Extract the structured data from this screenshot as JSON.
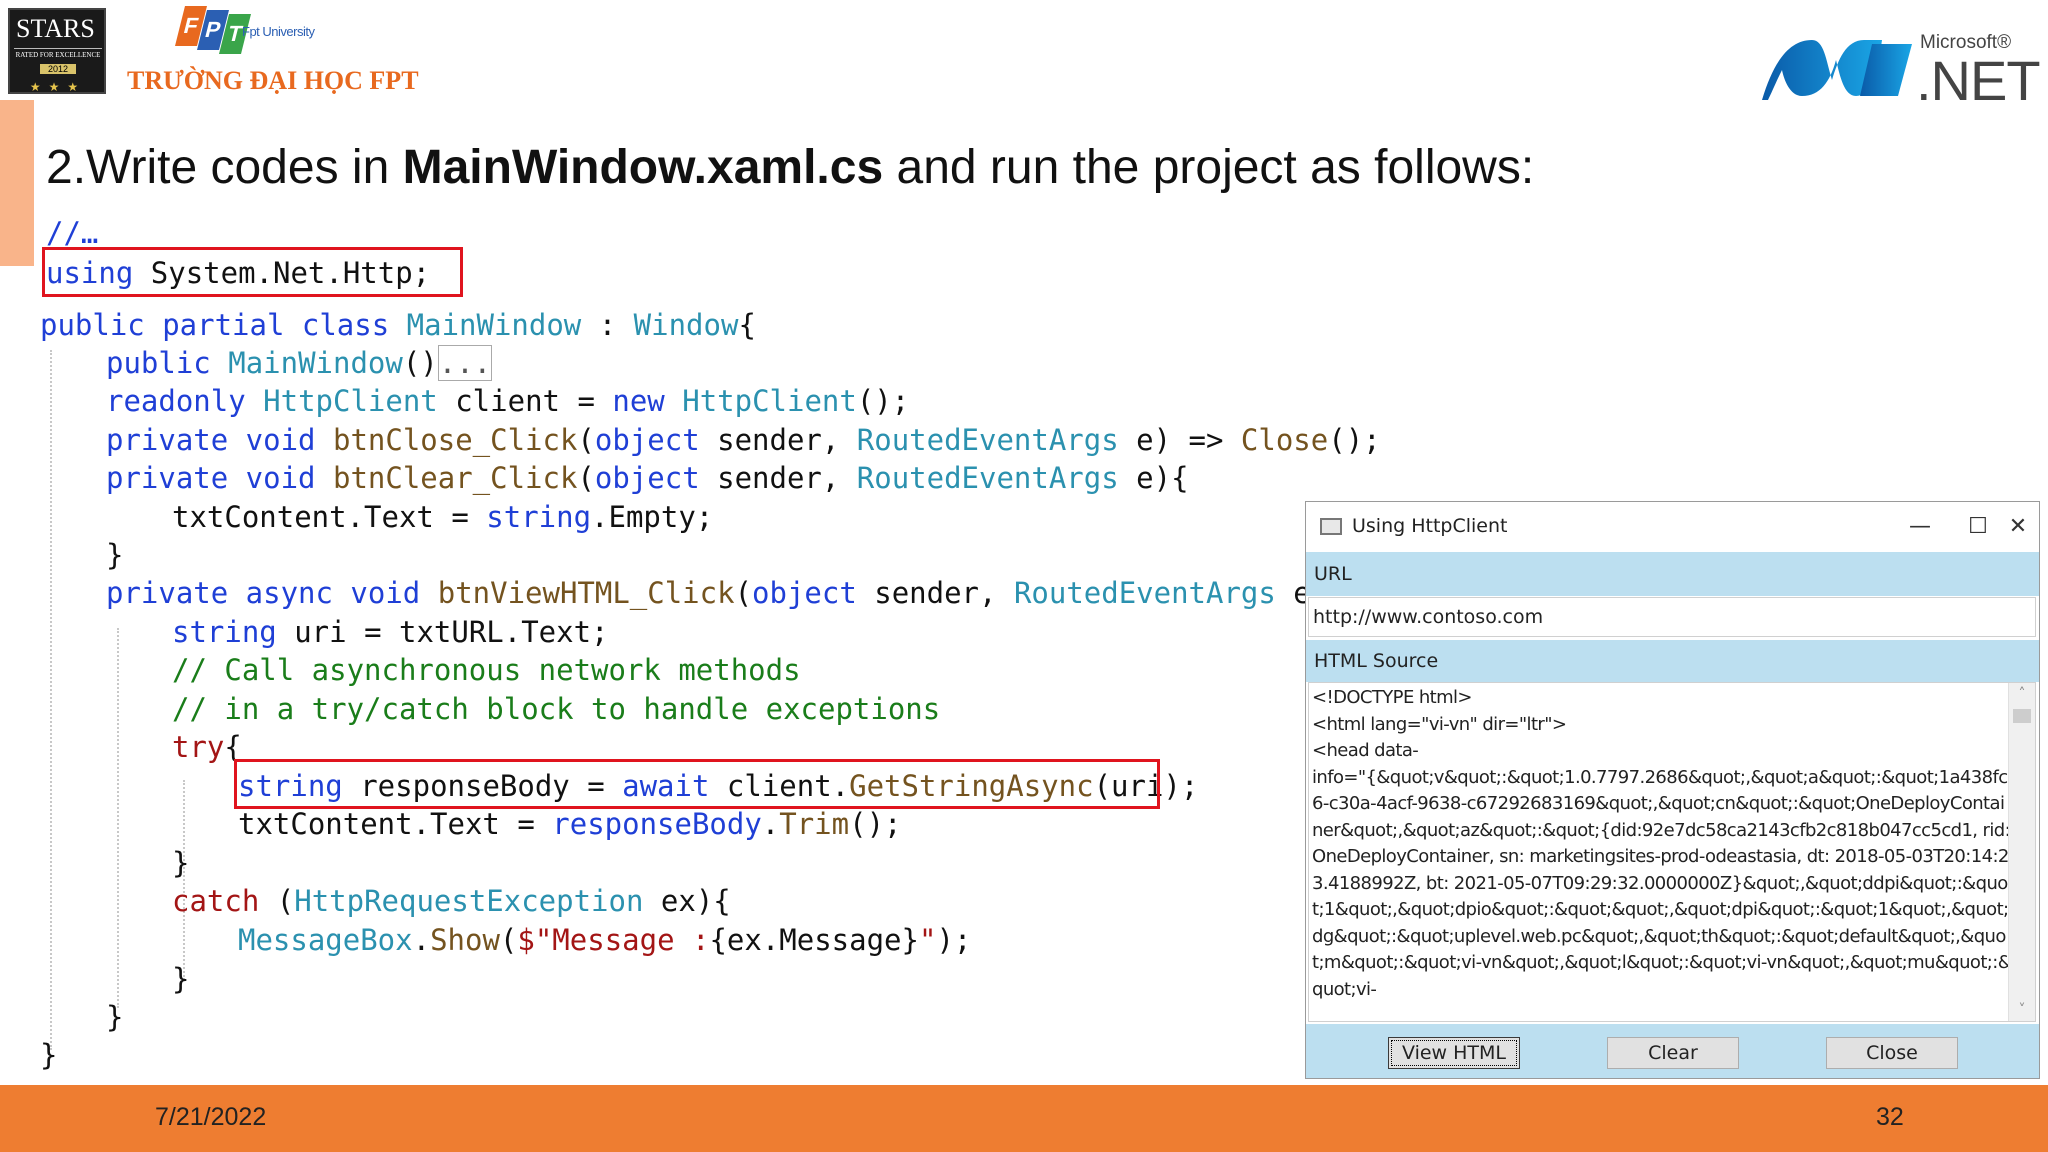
{
  "logos": {
    "stars_word": "STARS",
    "stars_sub": "RATED FOR EXCELLENCE",
    "stars_year": "2012",
    "stars_dots": "★★★",
    "fpt_letters": [
      "F",
      "P",
      "T"
    ],
    "fpt_university": "Fpt University",
    "fpt_school": "TRƯỜNG ĐẠI HỌC FPT",
    "net_microsoft": "Microsoft®",
    "net_brand": ".NET"
  },
  "slide": {
    "title_prefix": "2.Write codes in ",
    "title_bold": "MainWindow.xaml.cs",
    "title_suffix": " and run the project as follows:",
    "date": "7/21/2022",
    "page_number": "32"
  },
  "code": {
    "l1": "//…",
    "l2_kw": "using",
    "l2_rest": " System.Net.Http;",
    "l3_a": "public partial class",
    "l3_b": "MainWindow",
    "l3_c": " : ",
    "l3_d": "Window",
    "l3_e": "{",
    "l4_a": "public",
    "l4_b": "MainWindow",
    "l4_c": "()",
    "l4_d": "...",
    "l5_a": "readonly",
    "l5_b": "HttpClient",
    "l5_c": " client = ",
    "l5_d": "new",
    "l5_e": "HttpClient",
    "l5_f": "();",
    "l6_a": "private void",
    "l6_b": "btnClose_Click",
    "l6_c": "(",
    "l6_d": "object",
    "l6_e": " sender, ",
    "l6_f": "RoutedEventArgs",
    "l6_g": " e) => ",
    "l6_h": "Close",
    "l6_i": "();",
    "l7_a": "private void",
    "l7_b": "btnClear_Click",
    "l7_c": "(",
    "l7_d": "object",
    "l7_e": " sender, ",
    "l7_f": "RoutedEventArgs",
    "l7_g": " e){",
    "l8_a": "txtContent.Text = ",
    "l8_b": "string",
    "l8_c": ".Empty;",
    "l9": "}",
    "l10_a": "private async void",
    "l10_b": "btnViewHTML_Click",
    "l10_c": "(",
    "l10_d": "object",
    "l10_e": " sender, ",
    "l10_f": "RoutedEventArgs",
    "l10_g": " e){",
    "l11_a": "string",
    "l11_b": " uri = txtURL.Text;",
    "l12": "// Call asynchronous network methods",
    "l13": "// in a try/catch block to handle exceptions",
    "l14_a": "try",
    "l14_b": "{",
    "l15_a": "string",
    "l15_b": " responseBody = ",
    "l15_c": "await",
    "l15_d": " client.",
    "l15_e": "GetStringAsync",
    "l15_f": "(uri);",
    "l16_a": "txtContent.Text = ",
    "l16_b": "responseBody",
    "l16_c": ".",
    "l16_d": "Trim",
    "l16_e": "();",
    "l17": "}",
    "l18_a": "catch",
    "l18_b": " (",
    "l18_c": "HttpRequestException",
    "l18_d": " ex){",
    "l19_a": "MessageBox",
    "l19_b": ".",
    "l19_c": "Show",
    "l19_d": "(",
    "l19_e": "$\"Message :",
    "l19_f": "{ex.Message}",
    "l19_g": "\"",
    "l19_h": ");",
    "l20": "}",
    "l21": "}",
    "l22": "}"
  },
  "window": {
    "title": "Using HttpClient",
    "minimize": "—",
    "maximize": "☐",
    "close": "✕",
    "url_label": "URL",
    "url_value": "http://www.contoso.com",
    "source_label": "HTML Source",
    "source_text": "<!DOCTYPE html>\n<html lang=\"vi-vn\" dir=\"ltr\">\n<head data-\ninfo=\"{&quot;v&quot;:&quot;1.0.7797.2686&quot;,&quot;a&quot;:&quot;1a438fc6-c30a-4acf-9638-c67292683169&quot;,&quot;cn&quot;:&quot;OneDeployContainer&quot;,&quot;az&quot;:&quot;{did:92e7dc58ca2143cfb2c818b047cc5cd1, rid: OneDeployContainer, sn: marketingsites-prod-odeastasia, dt: 2018-05-03T20:14:23.4188992Z, bt: 2021-05-07T09:29:32.0000000Z}&quot;,&quot;ddpi&quot;:&quot;1&quot;,&quot;dpio&quot;:&quot;&quot;,&quot;dpi&quot;:&quot;1&quot;,&quot;dg&quot;:&quot;uplevel.web.pc&quot;,&quot;th&quot;:&quot;default&quot;,&quot;m&quot;:&quot;vi-vn&quot;,&quot;l&quot;:&quot;vi-vn&quot;,&quot;mu&quot;:&quot;vi-",
    "btn_view": "View HTML",
    "btn_clear": "Clear",
    "btn_close": "Close"
  },
  "colors": {
    "footer": "#ee7d31",
    "accent_bar": "#f9b48a",
    "keyword": "#1f3fd6",
    "type": "#2b91af",
    "highlight_box": "#e0141e",
    "window_panel": "#bcdff0"
  }
}
